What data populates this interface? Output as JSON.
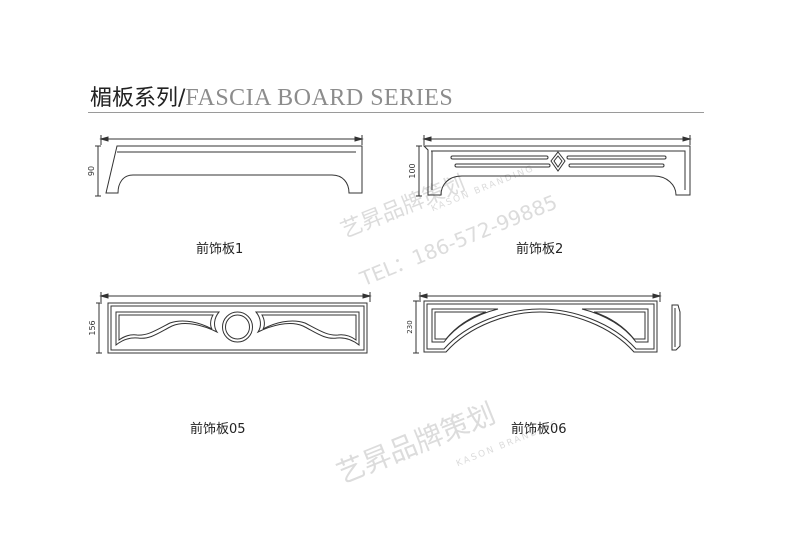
{
  "header": {
    "title_cn": "楣板系列/",
    "title_en": "FASCIA BOARD SERIES"
  },
  "boards": [
    {
      "caption": "前饰板1",
      "height_dim": "90"
    },
    {
      "caption": "前饰板2",
      "height_dim": "100"
    },
    {
      "caption": "前饰板05",
      "height_dim": "156"
    },
    {
      "caption": "前饰板06",
      "height_dim": "230"
    }
  ],
  "watermarks": {
    "brand_cn": "艺昇品牌策划",
    "brand_en": "KASON BRANDING",
    "phone": "TEL：186-572-99885"
  },
  "colors": {
    "line": "#333333",
    "title_gray": "#8c8c8c",
    "watermark": "#dcdcdc"
  }
}
